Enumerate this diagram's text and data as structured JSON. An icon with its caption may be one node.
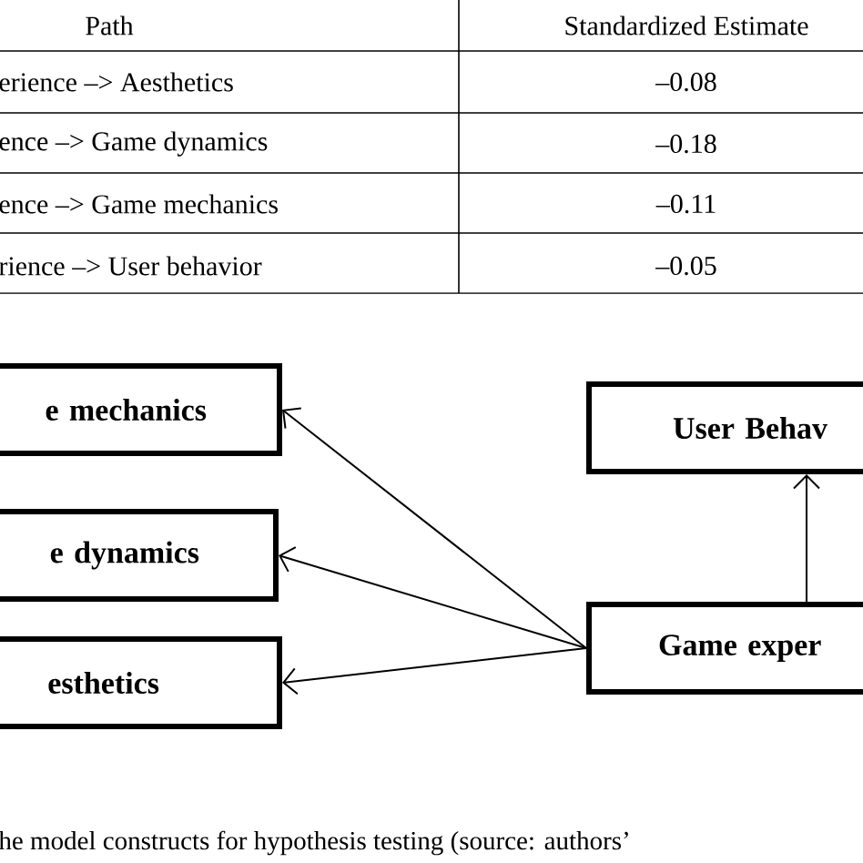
{
  "diagram": {
    "caption": "he model constructs for hypothesis testing (source: authors’",
    "nodes": [
      {
        "text": [
          "e mechanics"
        ]
      },
      {
        "text": [
          "User Behav"
        ]
      },
      {
        "text": [
          "e dynamics"
        ]
      },
      {
        "text": [
          "Game exper"
        ]
      },
      {
        "text": [
          "esthetics"
        ]
      }
    ],
    "edges": [
      {
        "from": 3,
        "to": 0,
        "arrow": "to"
      },
      {
        "from": 3,
        "to": 1,
        "arrow": "to"
      },
      {
        "from": 3,
        "to": 2,
        "arrow": "to"
      },
      {
        "from": 3,
        "to": 4,
        "arrow": "to"
      }
    ],
    "labels": [
      "Path",
      "Standardized Estimate",
      "erience –> Aesthetics",
      "–0.08",
      "ence –> Game dynamics",
      "–0.18",
      "ence –> Game mechanics",
      "–0.11",
      "rience –> User behavior",
      "–0.05"
    ]
  }
}
